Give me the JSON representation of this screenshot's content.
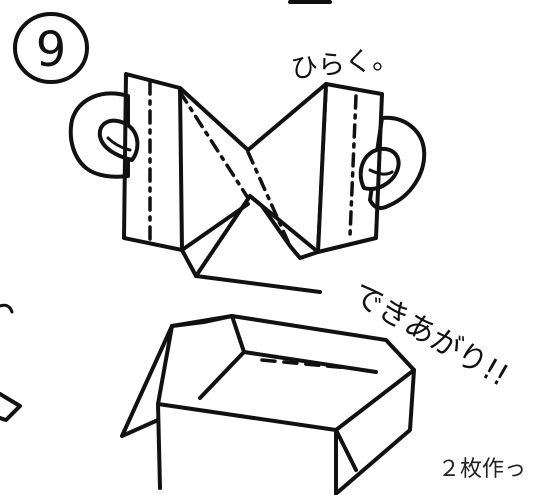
{
  "step_number": "9",
  "instruction_open": "ひらく。",
  "completion_text": "できあがり!!",
  "footnote": "２枚作っ"
}
